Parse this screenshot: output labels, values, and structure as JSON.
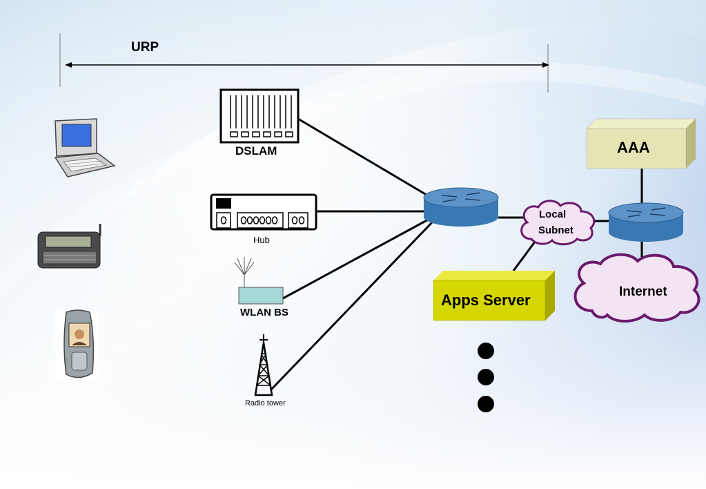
{
  "labels": {
    "urp": "URP",
    "dslam": "DSLAM",
    "hub": "Hub",
    "wlan_bs": "WLAN BS",
    "radio_tower": "Radio tower",
    "aaa": "AAA",
    "local_subnet_line1": "Local",
    "local_subnet_line2": "Subnet",
    "apps_server": "Apps Server",
    "internet": "Internet"
  },
  "colors": {
    "router_top": "#5b93c8",
    "router_side": "#3a78b4",
    "aaa_box": "#e4e4b4",
    "apps_server_box": "#d6d600",
    "cloud_fill": "#f3e4f3",
    "cloud_stroke": "#6a1a6a",
    "line": "#000000"
  },
  "icons": [
    "laptop-icon",
    "pda-icon",
    "mobile-phone-icon",
    "dslam-icon",
    "hub-icon",
    "wlan-bs-icon",
    "radio-tower-icon",
    "router-icon",
    "cloud-icon",
    "server-box-icon",
    "ellipsis-dots-icon"
  ]
}
